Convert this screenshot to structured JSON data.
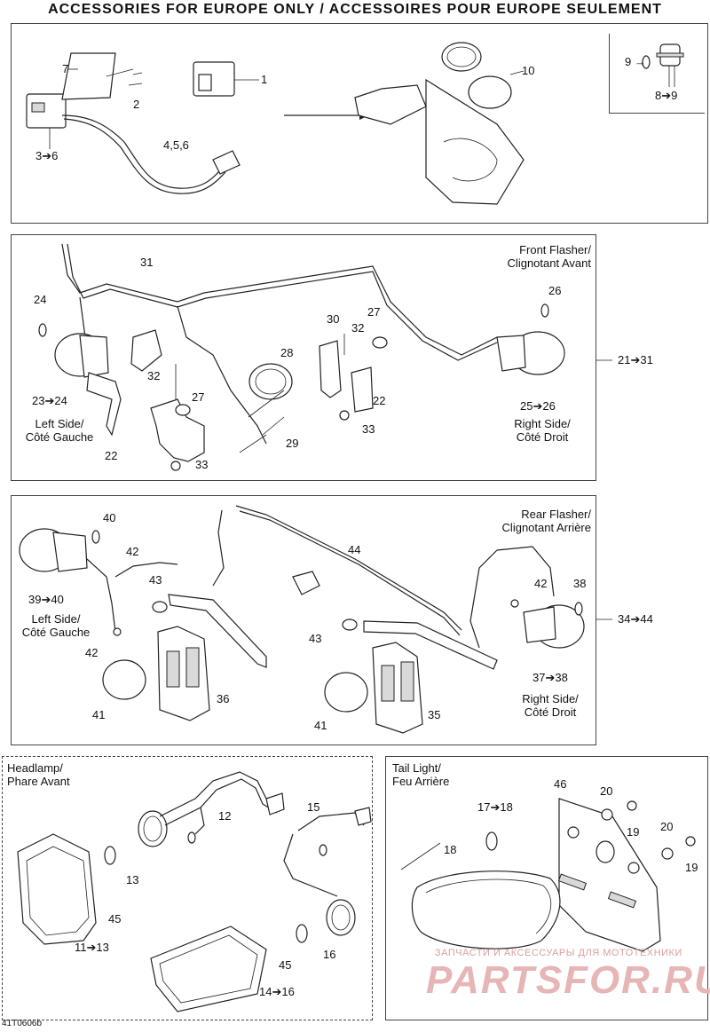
{
  "header": {
    "title": "ACCESSORIES FOR EUROPE ONLY / ACCESSOIRES POUR EUROPE SEULEMENT"
  },
  "panel1": {
    "callouts": [
      "7",
      "2",
      "1",
      "10",
      "9 →",
      "8➔9",
      "3➔6",
      "4,5,6"
    ]
  },
  "panel2": {
    "callouts": [
      "31",
      "24",
      "26",
      "30",
      "27",
      "32",
      "28",
      "32",
      "27",
      "22",
      "22",
      "33",
      "33",
      "29",
      "23➔24",
      "25➔26"
    ],
    "front_flasher_caption": [
      "Front Flasher/",
      "Clignotant Avant"
    ],
    "left_caption": [
      "Left Side/",
      "Côté Gauche"
    ],
    "right_caption": [
      "Right Side/",
      "Côté Droit"
    ],
    "range": "21➔31"
  },
  "panel3": {
    "callouts": [
      "40",
      "42",
      "43",
      "44",
      "42",
      "38",
      "42",
      "43",
      "41",
      "36",
      "41",
      "35",
      "39➔40",
      "37➔38"
    ],
    "rear_flasher_caption": [
      "Rear Flasher/",
      "Clignotant Arrière"
    ],
    "left_caption": [
      "Left Side/",
      "Côté Gauche"
    ],
    "right_caption": [
      "Right Side/",
      "Côté Droit"
    ],
    "range": "34➔44"
  },
  "panel4": {
    "caption": [
      "Headlamp/",
      "Phare Avant"
    ],
    "callouts": [
      "12",
      "15",
      "13",
      "45",
      "16",
      "45",
      "11➔13",
      "14➔16"
    ]
  },
  "panel5": {
    "caption": [
      "Tail Light/",
      "Feu Arrière"
    ],
    "callouts": [
      "46",
      "20",
      "17➔18",
      "19",
      "20",
      "18",
      "19"
    ]
  },
  "footer": {
    "code": "41T0606b"
  },
  "watermark": {
    "small_text": "ЗАПЧАСТИ И АКСЕССУАРЫ ДЛЯ МОТОТЕХНИКИ",
    "brand": "PARTSFOR.RU"
  }
}
